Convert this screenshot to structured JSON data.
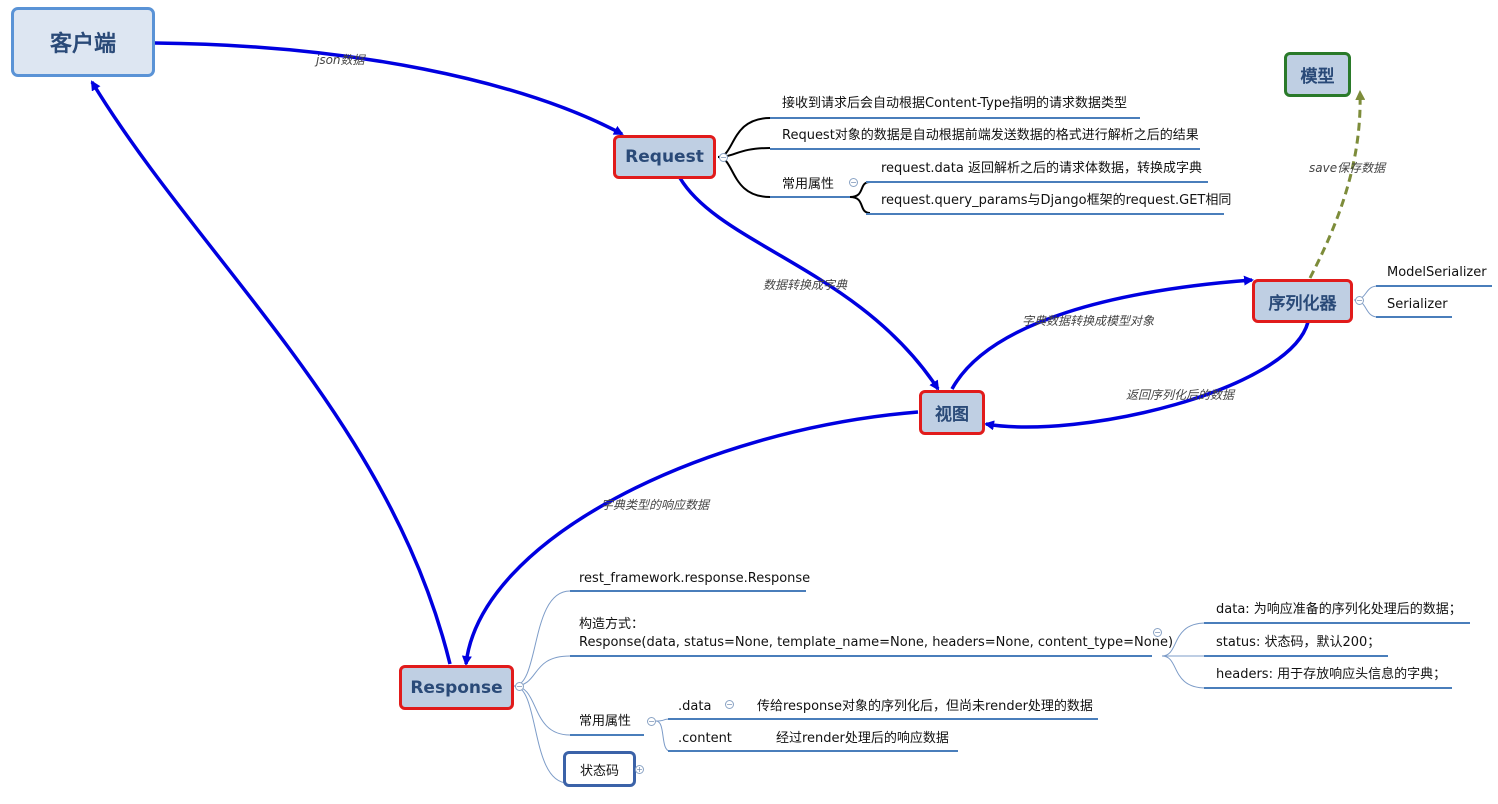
{
  "nodes": {
    "client": "客户端",
    "request": "Request",
    "view": "视图",
    "serializer": "序列化器",
    "model": "模型",
    "response": "Response"
  },
  "edges": {
    "client_to_request": "json数据",
    "request_to_view": "数据转换成字典",
    "view_to_serializer": "字典数据转换成模型对象",
    "serializer_to_view": "返回序列化后的数据",
    "serializer_to_model": "save保存数据",
    "view_to_response": "字典类型的响应数据"
  },
  "request_details": {
    "item1": "接收到请求后会自动根据Content-Type指明的请求数据类型",
    "item2": "Request对象的数据是自动根据前端发送数据的格式进行解析之后的结果",
    "attrs_label": "常用属性",
    "attr1": "request.data 返回解析之后的请求体数据，转换成字典",
    "attr2": "request.query_params与Django框架的request.GET相同"
  },
  "serializer_details": {
    "item1": "ModelSerializer",
    "item2": "Serializer"
  },
  "response_details": {
    "class_path": "rest_framework.response.Response",
    "ctor_label": "构造方式：",
    "ctor_sig": "Response(data, status=None, template_name=None, headers=None, content_type=None)",
    "param_data": "data: 为响应准备的序列化处理后的数据；",
    "param_status": "status: 状态码，默认200；",
    "param_headers": "headers: 用于存放响应头信息的字典；",
    "attrs_label": "常用属性",
    "attr_data": ".data",
    "attr_data_desc": "传给response对象的序列化后，但尚未render处理的数据",
    "attr_content": ".content",
    "attr_content_desc": "经过render处理后的响应数据",
    "status_code": "状态码"
  },
  "colors": {
    "main_arrow": "#0000e0",
    "model_arrow": "#7d8c3a",
    "node_border": "#e11b1b",
    "node_fill": "#bfcfe3",
    "detail_line": "#4a7ebb"
  }
}
